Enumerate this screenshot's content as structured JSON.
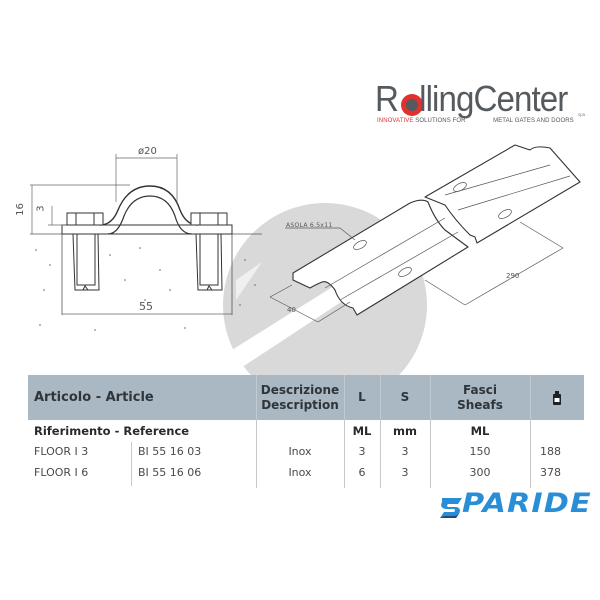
{
  "brand": {
    "name": "RollingCenter",
    "name_parts": [
      "R",
      "o",
      "lling",
      "Center"
    ],
    "suffix": "spa",
    "tagline_highlight": "INNOVATIVE",
    "tagline_rest": "SOLUTIONS FOR",
    "tagline_right": "METAL GATES AND DOORS",
    "accent_color": "#e03030",
    "text_color": "#555a5e"
  },
  "drawing_2d": {
    "dimensions": {
      "diameter": "ø20",
      "height_total": "16",
      "thickness": "3",
      "width": "55"
    }
  },
  "drawing_3d": {
    "slot_label": "ASOLA 6.5x11",
    "width_dim": "40",
    "length_dim": "290"
  },
  "table": {
    "header": {
      "article": "Articolo - Article",
      "description_line1": "Descrizione",
      "description_line2": "Description",
      "l": "L",
      "s": "S",
      "sheafs_line1": "Fasci",
      "sheafs_line2": "Sheafs",
      "weight_icon": "weight-kg-icon"
    },
    "subheader": {
      "reference": "Riferimento - Reference",
      "l_unit": "ML",
      "s_unit": "mm",
      "sheafs_unit": "ML"
    },
    "rows": [
      {
        "article": "FLOOR I 3",
        "reference": "BI 55 16 03",
        "description": "Inox",
        "l": "3",
        "s": "3",
        "sheafs": "150",
        "weight": "188"
      },
      {
        "article": "FLOOR I 6",
        "reference": "BI 55 16 06",
        "description": "Inox",
        "l": "6",
        "s": "3",
        "sheafs": "300",
        "weight": "378"
      }
    ],
    "header_bg": "#a9b8c2"
  },
  "retailer": {
    "name": "PARIDE",
    "color": "#2a8ed6",
    "dark_color": "#1f4d7a"
  }
}
